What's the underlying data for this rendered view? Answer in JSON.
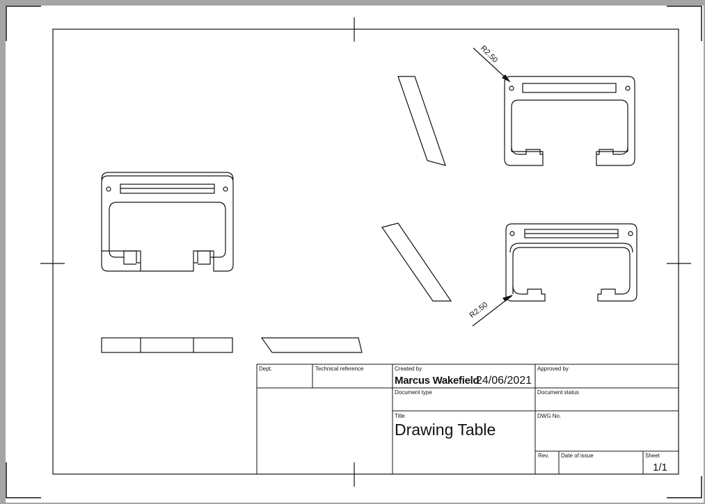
{
  "colors": {
    "background": "#a5a5a5",
    "paper": "#ffffff",
    "line": "#111111"
  },
  "dimensions": {
    "top_right_view_radius": "R2.50",
    "bottom_right_view_radius": "R2.50"
  },
  "title_block": {
    "dept_label": "Dept.",
    "dept_value": "",
    "technical_reference_label": "Technical reference",
    "technical_reference_value": "",
    "created_by_label": "Created by",
    "created_by_value": "Marcus Wakefield",
    "created_date": "24/06/2021",
    "approved_by_label": "Approved by",
    "approved_by_value": "",
    "document_type_label": "Document type",
    "document_type_value": "",
    "document_status_label": "Document status",
    "document_status_value": "",
    "title_label": "Title",
    "title_value": "Drawing Table",
    "dwg_no_label": "DWG No.",
    "dwg_no_value": "",
    "rev_label": "Rev.",
    "rev_value": "",
    "date_of_issue_label": "Date of issue",
    "date_of_issue_value": "",
    "sheet_label": "Sheet",
    "sheet_value": "1/1"
  },
  "views": [
    {
      "name": "front-view-left",
      "kind": "bracket-profile"
    },
    {
      "name": "top-view-bar",
      "kind": "segmented-rectangle"
    },
    {
      "name": "bottom-skewed-bar",
      "kind": "parallelogram"
    },
    {
      "name": "upper-slanted-part",
      "kind": "slanted-bar"
    },
    {
      "name": "lower-slanted-part",
      "kind": "slanted-bar"
    },
    {
      "name": "top-right-bracket-view",
      "kind": "bracket-profile"
    },
    {
      "name": "bottom-right-bracket-view",
      "kind": "bracket-profile"
    }
  ]
}
